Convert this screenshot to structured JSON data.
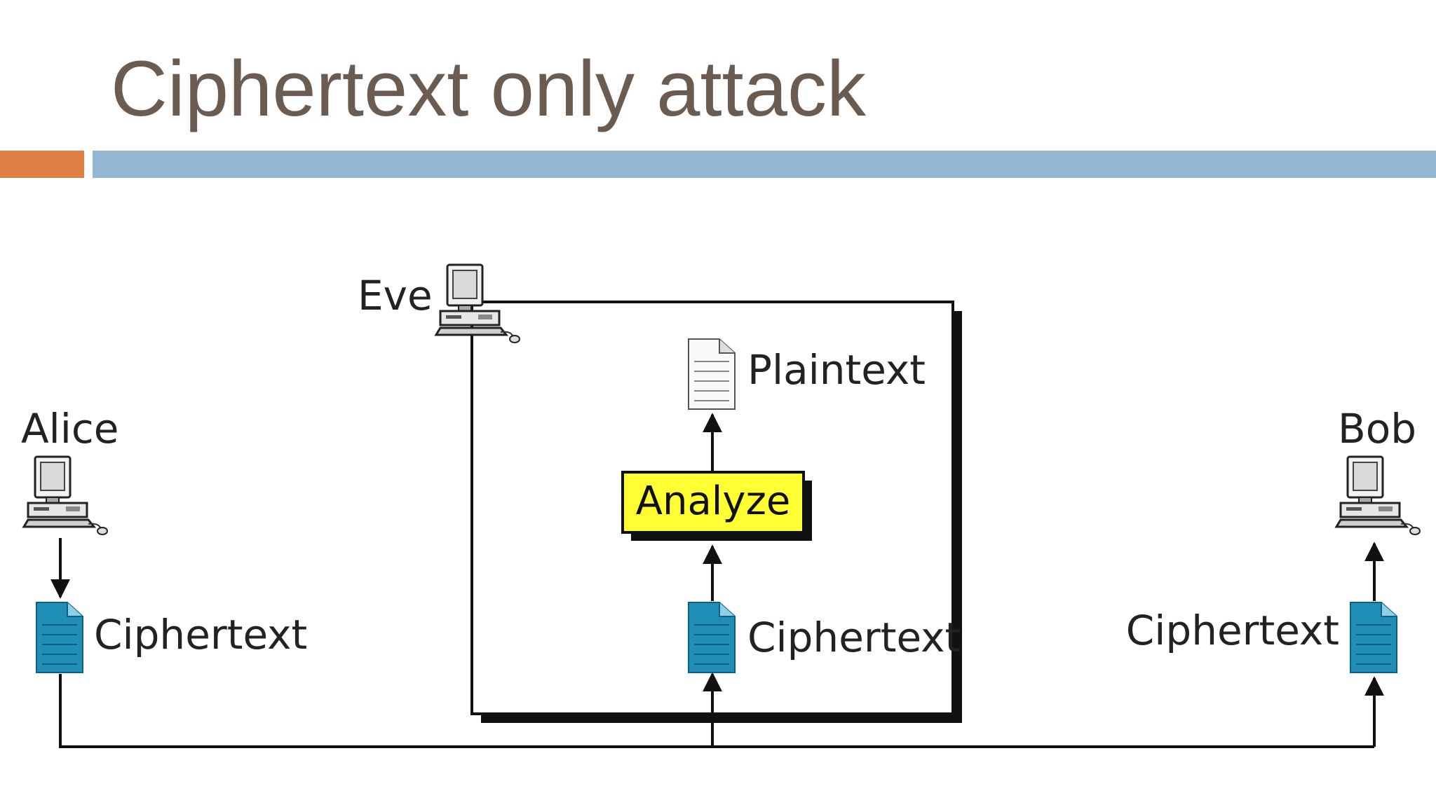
{
  "slide": {
    "title": "Ciphertext only attack"
  },
  "diagram": {
    "nodes": {
      "eve": "Eve",
      "alice": "Alice",
      "bob": "Bob",
      "plaintext": "Plaintext",
      "analyze": "Analyze",
      "ciphertext_alice": "Ciphertext",
      "ciphertext_eve": "Ciphertext",
      "ciphertext_bob": "Ciphertext"
    },
    "colors": {
      "title": "#6b5b50",
      "accent_orange": "#df7f45",
      "accent_blue": "#93b6d3",
      "analyze_box": "#ffff33",
      "ciphertext_doc": "#1f8fb8"
    },
    "icons": [
      "computer-icon",
      "plaintext-document-icon",
      "ciphertext-document-icon"
    ]
  }
}
